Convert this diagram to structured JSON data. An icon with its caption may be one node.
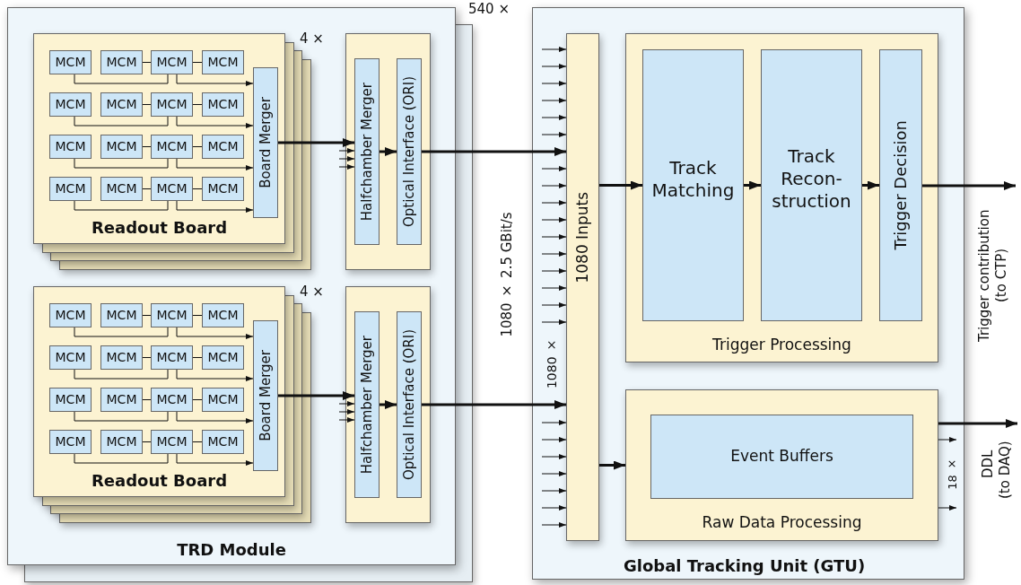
{
  "diagram": {
    "nodes": [
      {
        "text": [
          "TRD Module"
        ],
        "beside": [
          "540 ×"
        ]
      },
      {
        "text": [
          "Readout Board"
        ],
        "in": 0,
        "beside": [
          "4 ×"
        ]
      },
      {
        "text": [
          "MCM"
        ],
        "in": 1
      },
      {
        "text": [
          "MCM"
        ],
        "in": 1
      },
      {
        "text": [
          "MCM"
        ],
        "in": 1
      },
      {
        "text": [
          "MCM"
        ],
        "in": 1
      },
      {
        "text": [
          "MCM"
        ],
        "in": 1
      },
      {
        "text": [
          "MCM"
        ],
        "in": 1
      },
      {
        "text": [
          "MCM"
        ],
        "in": 1
      },
      {
        "text": [
          "MCM"
        ],
        "in": 1
      },
      {
        "text": [
          "MCM"
        ],
        "in": 1
      },
      {
        "text": [
          "MCM"
        ],
        "in": 1
      },
      {
        "text": [
          "MCM"
        ],
        "in": 1
      },
      {
        "text": [
          "MCM"
        ],
        "in": 1
      },
      {
        "text": [
          "MCM"
        ],
        "in": 1
      },
      {
        "text": [
          "MCM"
        ],
        "in": 1
      },
      {
        "text": [
          "MCM"
        ],
        "in": 1
      },
      {
        "text": [
          "MCM"
        ],
        "in": 1
      },
      {
        "text": [
          "Board Merger"
        ],
        "in": 1
      },
      {
        "text": [],
        "shape": "box",
        "in": 0
      },
      {
        "text": [
          "Halfchamber Merger"
        ],
        "in": 19
      },
      {
        "text": [
          "Optical Interface (ORI)"
        ],
        "in": 19
      },
      {
        "text": [
          "Readout Board"
        ],
        "in": 0,
        "beside": [
          "4 ×"
        ]
      },
      {
        "text": [
          "MCM"
        ],
        "in": 22
      },
      {
        "text": [
          "MCM"
        ],
        "in": 22
      },
      {
        "text": [
          "MCM"
        ],
        "in": 22
      },
      {
        "text": [
          "MCM"
        ],
        "in": 22
      },
      {
        "text": [
          "MCM"
        ],
        "in": 22
      },
      {
        "text": [
          "MCM"
        ],
        "in": 22
      },
      {
        "text": [
          "MCM"
        ],
        "in": 22
      },
      {
        "text": [
          "MCM"
        ],
        "in": 22
      },
      {
        "text": [
          "MCM"
        ],
        "in": 22
      },
      {
        "text": [
          "MCM"
        ],
        "in": 22
      },
      {
        "text": [
          "MCM"
        ],
        "in": 22
      },
      {
        "text": [
          "MCM"
        ],
        "in": 22
      },
      {
        "text": [
          "MCM"
        ],
        "in": 22
      },
      {
        "text": [
          "MCM"
        ],
        "in": 22
      },
      {
        "text": [
          "MCM"
        ],
        "in": 22
      },
      {
        "text": [
          "MCM"
        ],
        "in": 22
      },
      {
        "text": [
          "Board Merger"
        ],
        "in": 22
      },
      {
        "text": [],
        "shape": "box",
        "in": 0
      },
      {
        "text": [
          "Halfchamber Merger"
        ],
        "in": 40
      },
      {
        "text": [
          "Optical Interface (ORI)"
        ],
        "in": 40
      },
      {
        "text": [
          "Global Tracking Unit (GTU)"
        ]
      },
      {
        "text": [
          "1080 Inputs"
        ],
        "in": 43,
        "beside": [
          "1080 ×"
        ]
      },
      {
        "text": [
          "Trigger Processing"
        ],
        "in": 43
      },
      {
        "text": [
          "Track Matching"
        ],
        "in": 45
      },
      {
        "text": [
          "Track Recon- struction"
        ],
        "in": 45
      },
      {
        "text": [
          "Trigger Decision"
        ],
        "in": 45
      },
      {
        "text": [
          "Raw Data Processing"
        ],
        "in": 43
      },
      {
        "text": [
          "Event Buffers"
        ],
        "in": 49
      },
      {
        "text": [
          "Trigger contribution (to CTP)"
        ]
      },
      {
        "text": [
          "DDL (to DAQ)"
        ]
      }
    ],
    "edges": [
      {
        "from": 2,
        "to": 4,
        "arrow": "none"
      },
      {
        "from": 3,
        "to": 4,
        "arrow": "none"
      },
      {
        "from": 4,
        "to": 5,
        "arrow": "none"
      },
      {
        "from": 4,
        "to": 18,
        "arrow": "to"
      },
      {
        "from": 6,
        "to": 8,
        "arrow": "none"
      },
      {
        "from": 7,
        "to": 8,
        "arrow": "none"
      },
      {
        "from": 8,
        "to": 9,
        "arrow": "none"
      },
      {
        "from": 8,
        "to": 18,
        "arrow": "to"
      },
      {
        "from": 10,
        "to": 12,
        "arrow": "none"
      },
      {
        "from": 11,
        "to": 12,
        "arrow": "none"
      },
      {
        "from": 12,
        "to": 13,
        "arrow": "none"
      },
      {
        "from": 12,
        "to": 18,
        "arrow": "to"
      },
      {
        "from": 14,
        "to": 16,
        "arrow": "none"
      },
      {
        "from": 15,
        "to": 16,
        "arrow": "none"
      },
      {
        "from": 16,
        "to": 17,
        "arrow": "none"
      },
      {
        "from": 16,
        "to": 18,
        "arrow": "to"
      },
      {
        "from": 23,
        "to": 25,
        "arrow": "none"
      },
      {
        "from": 24,
        "to": 25,
        "arrow": "none"
      },
      {
        "from": 25,
        "to": 26,
        "arrow": "none"
      },
      {
        "from": 25,
        "to": 39,
        "arrow": "to"
      },
      {
        "from": 27,
        "to": 29,
        "arrow": "none"
      },
      {
        "from": 28,
        "to": 29,
        "arrow": "none"
      },
      {
        "from": 29,
        "to": 30,
        "arrow": "none"
      },
      {
        "from": 29,
        "to": 39,
        "arrow": "to"
      },
      {
        "from": 31,
        "to": 33,
        "arrow": "none"
      },
      {
        "from": 32,
        "to": 33,
        "arrow": "none"
      },
      {
        "from": 33,
        "to": 34,
        "arrow": "none"
      },
      {
        "from": 33,
        "to": 39,
        "arrow": "to"
      },
      {
        "from": 35,
        "to": 37,
        "arrow": "none"
      },
      {
        "from": 36,
        "to": 37,
        "arrow": "none"
      },
      {
        "from": 37,
        "to": 38,
        "arrow": "none"
      },
      {
        "from": 37,
        "to": 39,
        "arrow": "to"
      },
      {
        "from": 18,
        "to": 20,
        "arrow": "to",
        "style": "thick"
      },
      {
        "from": null,
        "to": 20,
        "arrow": "to"
      },
      {
        "from": null,
        "to": 20,
        "arrow": "to"
      },
      {
        "from": null,
        "to": 20,
        "arrow": "to"
      },
      {
        "from": 20,
        "to": 21,
        "arrow": "to",
        "style": "thick"
      },
      {
        "from": 21,
        "to": 44,
        "arrow": "to",
        "style": "thick"
      },
      {
        "from": 39,
        "to": 41,
        "arrow": "to",
        "style": "thick"
      },
      {
        "from": null,
        "to": 41,
        "arrow": "to"
      },
      {
        "from": null,
        "to": 41,
        "arrow": "to"
      },
      {
        "from": null,
        "to": 41,
        "arrow": "to"
      },
      {
        "from": 41,
        "to": 42,
        "arrow": "to",
        "style": "thick"
      },
      {
        "from": 42,
        "to": 44,
        "arrow": "to",
        "style": "thick"
      },
      {
        "from": null,
        "to": 44,
        "arrow": "to"
      },
      {
        "from": null,
        "to": 44,
        "arrow": "to"
      },
      {
        "from": null,
        "to": 44,
        "arrow": "to"
      },
      {
        "from": null,
        "to": 44,
        "arrow": "to"
      },
      {
        "from": null,
        "to": 44,
        "arrow": "to"
      },
      {
        "from": null,
        "to": 44,
        "arrow": "to"
      },
      {
        "from": null,
        "to": 44,
        "arrow": "to"
      },
      {
        "from": null,
        "to": 44,
        "arrow": "to"
      },
      {
        "from": null,
        "to": 44,
        "arrow": "to"
      },
      {
        "from": null,
        "to": 44,
        "arrow": "to"
      },
      {
        "from": null,
        "to": 44,
        "arrow": "to"
      },
      {
        "from": null,
        "to": 44,
        "arrow": "to"
      },
      {
        "from": null,
        "to": 44,
        "arrow": "to"
      },
      {
        "from": null,
        "to": 44,
        "arrow": "to"
      },
      {
        "from": null,
        "to": 44,
        "arrow": "to"
      },
      {
        "from": null,
        "to": 44,
        "arrow": "to"
      },
      {
        "from": null,
        "to": 44,
        "arrow": "to"
      },
      {
        "from": null,
        "to": 44,
        "arrow": "to"
      },
      {
        "from": null,
        "to": 44,
        "arrow": "to"
      },
      {
        "from": null,
        "to": 44,
        "arrow": "to"
      },
      {
        "from": null,
        "to": 44,
        "arrow": "to"
      },
      {
        "from": null,
        "to": 44,
        "arrow": "to"
      },
      {
        "from": null,
        "to": 44,
        "arrow": "to"
      },
      {
        "from": 44,
        "to": 46,
        "arrow": "to",
        "style": "thick"
      },
      {
        "from": 46,
        "to": 47,
        "arrow": "to",
        "style": "thick"
      },
      {
        "from": 47,
        "to": 48,
        "arrow": "to",
        "style": "thick"
      },
      {
        "from": 48,
        "to": 51,
        "arrow": "to",
        "style": "thick"
      },
      {
        "from": 44,
        "to": 49,
        "arrow": "to",
        "style": "thick"
      },
      {
        "from": 49,
        "to": 52,
        "arrow": "to",
        "style": "thick"
      },
      {
        "from": 49,
        "to": null,
        "arrow": "to"
      },
      {
        "from": 49,
        "to": null,
        "arrow": "to"
      }
    ],
    "labels": [
      "1080 × 2.5 GBit/s",
      "18 ×"
    ]
  }
}
